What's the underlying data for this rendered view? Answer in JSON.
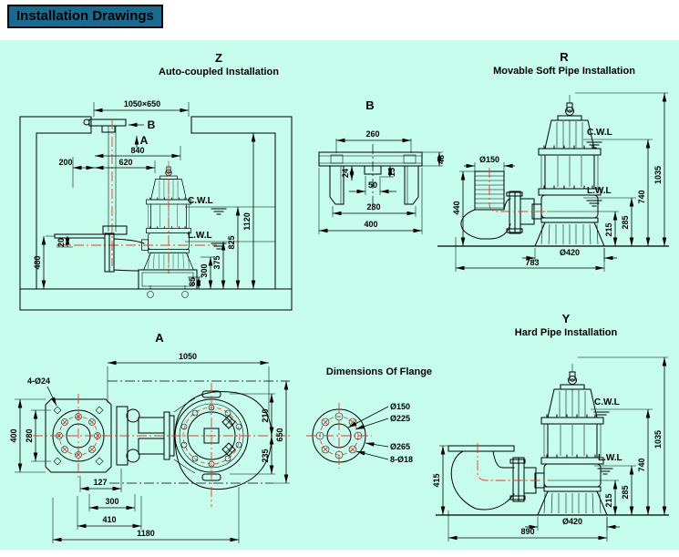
{
  "title": "Installation Drawings",
  "colors": {
    "header_bg": "#1a6a90",
    "panel_bg": "#c6fdec",
    "line": "#000000",
    "centerline": "#e23b28"
  },
  "diagrams": {
    "z": {
      "code": "Z",
      "title": "Auto-coupled Installation",
      "labels": {
        "section_b": "B",
        "section_a": "A",
        "cwl": "C.W.L",
        "lwl": "L.W.L"
      },
      "dims": {
        "pit_opening": "1050×650",
        "rail_top": "840",
        "wall_offset": "200",
        "rail_to_pump": "620",
        "elbow_height": "480",
        "plate_gap": "20",
        "base_height": "85",
        "outlet_height": "300",
        "lwl_height": "375",
        "cwl_height": "825",
        "pit_depth": "1120"
      }
    },
    "b": {
      "code": "B",
      "dims": {
        "hook_span": "260",
        "beam_height": "48",
        "hook_drop": "24",
        "stub_drop": "15",
        "stub_width": "50",
        "hook_outer_span": "280",
        "beam_length": "400"
      }
    },
    "r": {
      "code": "R",
      "title": "Movable Soft Pipe Installation",
      "labels": {
        "cwl": "C.W.L",
        "lwl": "L.W.L"
      },
      "dims": {
        "outlet_dia": "Ø150",
        "hose_height": "440",
        "pump_height": "1035",
        "cwl_height": "740",
        "lwl_height": "285",
        "outlet_center": "215",
        "base_dia": "Ø420",
        "overall_length": "783"
      }
    },
    "a": {
      "code": "A",
      "labels": {
        "corner_holes": "4-Ø24"
      },
      "dims": {
        "pump_length": "1050",
        "plate_width": "400",
        "hole_spacing": "280",
        "center_to_top": "210",
        "center_to_bottom": "235",
        "overall_width": "650",
        "offset_1": "127",
        "offset_2": "300",
        "offset_3": "410",
        "overall_length": "1180"
      }
    },
    "flange": {
      "title": "Dimensions Of Flange",
      "dims": {
        "bore": "Ø150",
        "bolt_circle": "Ø225",
        "outer_dia": "Ø265",
        "bolt_holes": "8-Ø18"
      }
    },
    "y": {
      "code": "Y",
      "title": "Hard Pipe Installation",
      "labels": {
        "cwl": "C.W.L",
        "lwl": "L.W.L"
      },
      "dims": {
        "elbow_height": "415",
        "pump_height": "1035",
        "cwl_height": "740",
        "lwl_height": "285",
        "outlet_center": "215",
        "base_dia": "Ø420",
        "overall_length": "890"
      }
    }
  }
}
